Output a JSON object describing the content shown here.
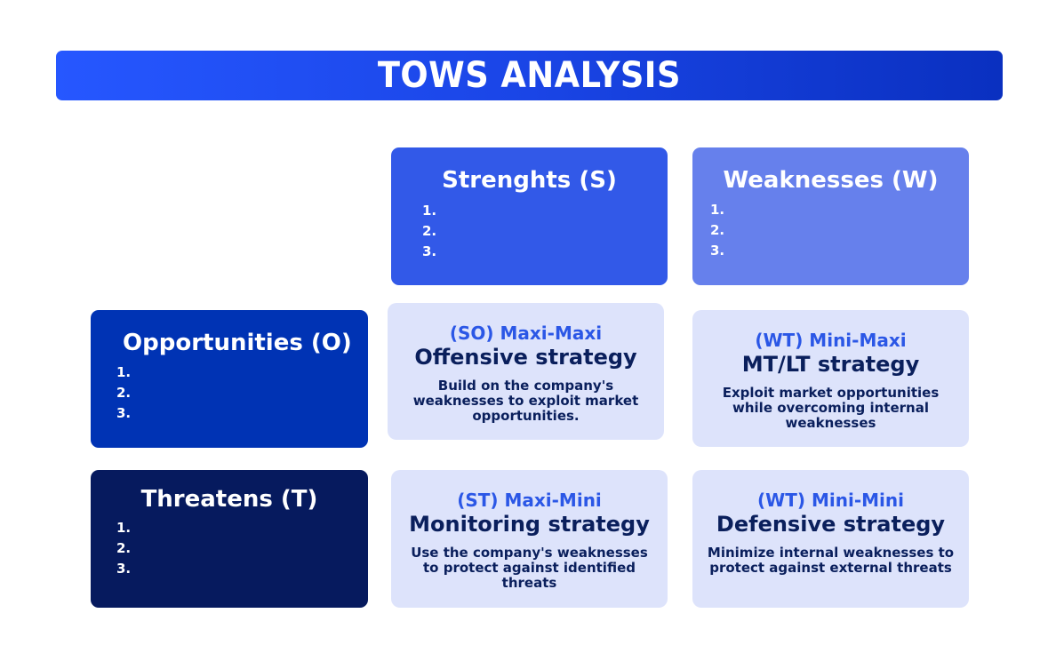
{
  "title": "TOWS ANALYSIS",
  "colors": {
    "banner_start": "#2657ff",
    "banner_end": "#0a30c0",
    "strengths_bg": "#3259e8",
    "weaknesses_bg": "#6680ec",
    "opportunities_bg": "#0033b4",
    "threats_bg": "#061a5e",
    "strategy_bg": "#dde3fb",
    "strategy_code": "#2b57e6",
    "strategy_text": "#0a1f5c"
  },
  "factors": {
    "strengths": {
      "heading": "Strenghts (S)",
      "items": [
        "1.",
        "2.",
        "3."
      ]
    },
    "weaknesses": {
      "heading": "Weaknesses (W)",
      "items": [
        "1.",
        "2.",
        "3."
      ]
    },
    "opportunities": {
      "heading": "Opportunities (O)",
      "items": [
        "1.",
        "2.",
        "3."
      ]
    },
    "threats": {
      "heading": "Threatens (T)",
      "items": [
        "1.",
        "2.",
        "3."
      ]
    }
  },
  "strategies": {
    "so": {
      "code": "(SO) Maxi-Maxi",
      "name": "Offensive strategy",
      "description": "Build on the company's weaknesses to exploit market opportunities."
    },
    "wo": {
      "code": "(WT) Mini-Maxi",
      "name": "MT/LT strategy",
      "description": "Exploit market opportunities while overcoming internal weaknesses"
    },
    "st": {
      "code": "(ST) Maxi-Mini",
      "name": "Monitoring strategy",
      "description": "Use the company's weaknesses to protect against identified threats"
    },
    "wt": {
      "code": "(WT) Mini-Mini",
      "name": "Defensive strategy",
      "description": "Minimize internal weaknesses to protect against external threats"
    }
  }
}
